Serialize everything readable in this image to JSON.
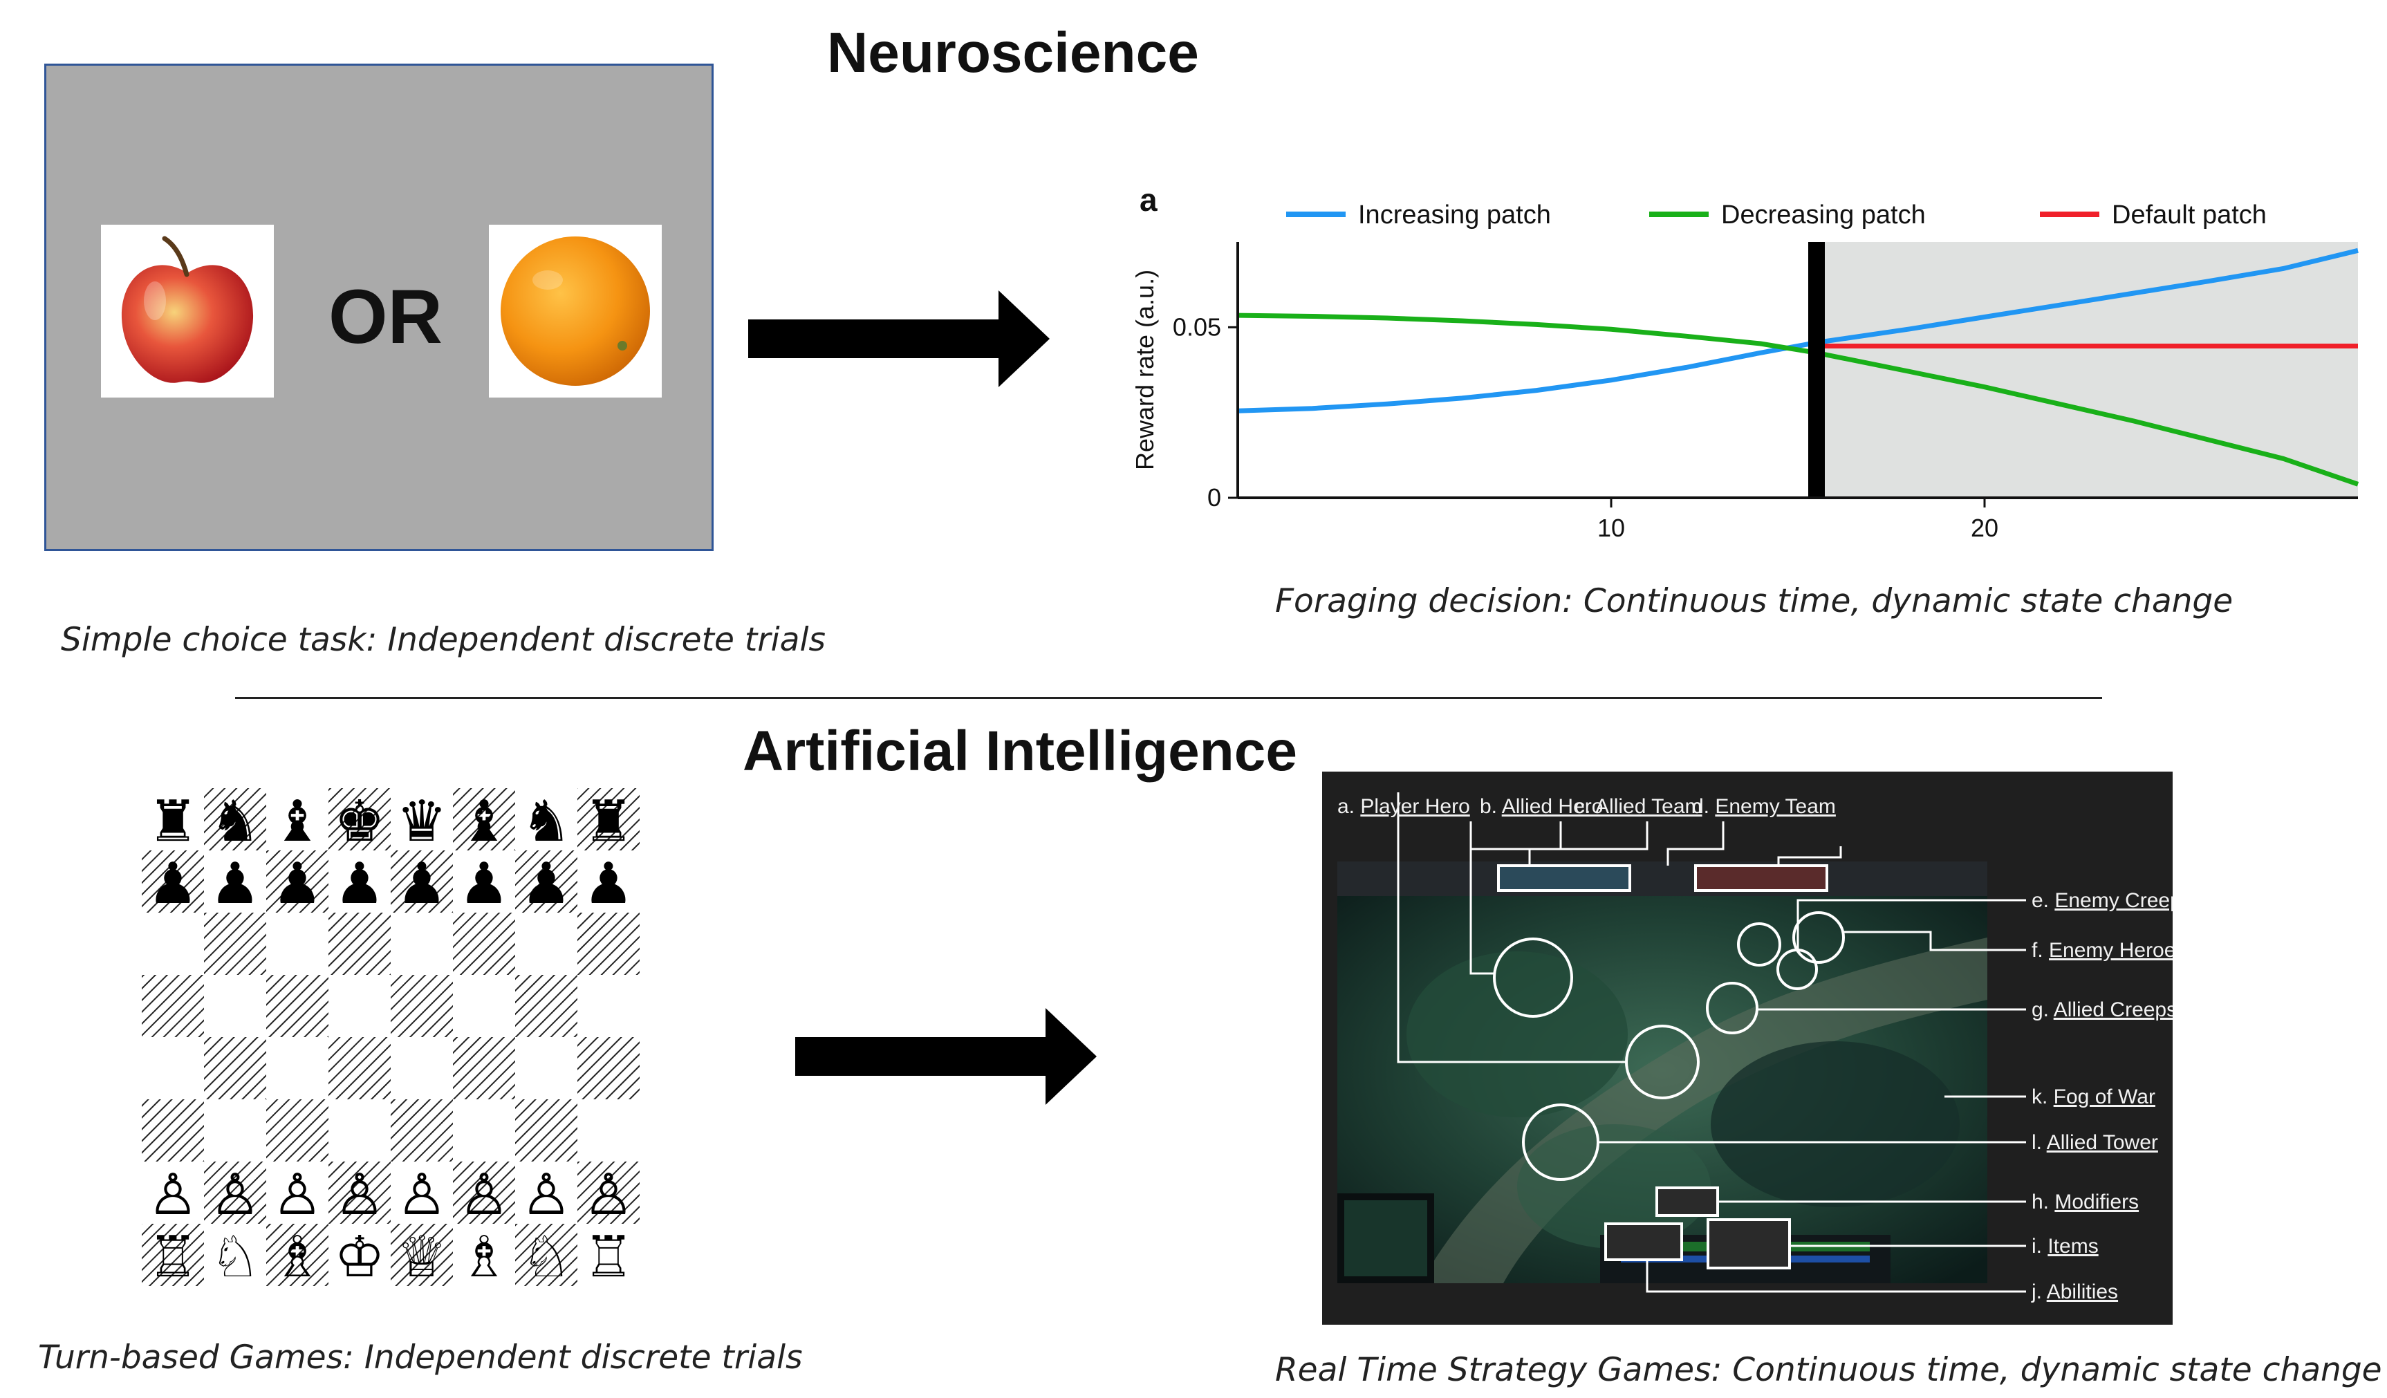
{
  "neuroscience": {
    "title": "Neuroscience",
    "choice_task": {
      "or_text": "OR",
      "caption": "Simple choice task: Independent discrete trials"
    },
    "foraging": {
      "caption": "Foraging decision: Continuous time, dynamic  state change"
    }
  },
  "ai": {
    "title": "Artificial Intelligence",
    "chess_caption": "Turn-based Games: Independent discrete trials",
    "rts_caption": "Real Time Strategy Games: Continuous time, dynamic state change",
    "top_labels": [
      {
        "letter": "a.",
        "text": "Player Hero"
      },
      {
        "letter": "b.",
        "text": "Allied Hero"
      },
      {
        "letter": "c.",
        "text": "Allied Team"
      },
      {
        "letter": "d.",
        "text": "Enemy Team"
      }
    ],
    "side_labels": [
      {
        "letter": "e.",
        "text": "Enemy Creep"
      },
      {
        "letter": "f.",
        "text": "Enemy Heroes"
      },
      {
        "letter": "g.",
        "text": "Allied Creeps"
      },
      {
        "letter": "k.",
        "text": "Fog of War"
      },
      {
        "letter": "l.",
        "text": "Allied Tower"
      },
      {
        "letter": "h.",
        "text": "Modifiers"
      },
      {
        "letter": "i.",
        "text": "Items"
      },
      {
        "letter": "j.",
        "text": "Abilities"
      }
    ]
  },
  "icons": {
    "apple": "apple-icon",
    "orange": "orange-icon",
    "arrow": "right-arrow-icon",
    "chess": [
      "rook-icon",
      "knight-icon",
      "bishop-icon",
      "king-icon",
      "queen-icon",
      "pawn-icon"
    ]
  },
  "chess": {
    "black_back": [
      "♜",
      "♞",
      "♝",
      "♚",
      "♛",
      "♝",
      "♞",
      "♜"
    ],
    "black_pawn": "♟",
    "white_pawn": "♙",
    "white_back": [
      "♖",
      "♘",
      "♗",
      "♔",
      "♕",
      "♗",
      "♘",
      "♖"
    ]
  },
  "chart_data": {
    "type": "line",
    "panel_label": "a",
    "title": "",
    "xlabel": "",
    "ylabel": "Reward rate (a.u.)",
    "xlim": [
      0,
      30
    ],
    "ylim": [
      0,
      0.075
    ],
    "xticks": [
      10,
      20
    ],
    "xtick_labels": [
      "10",
      "20"
    ],
    "yticks": [
      0,
      0.05
    ],
    "ytick_labels": [
      "0",
      "0.05"
    ],
    "legend_position": "top",
    "grid": false,
    "decision_x": 15.5,
    "shaded_region": [
      15.5,
      30
    ],
    "colors": {
      "increasing": "#2196f3",
      "decreasing": "#19b019",
      "default": "#f0202a",
      "shade": "#dfe1e0"
    },
    "series": [
      {
        "name": "Increasing patch",
        "color": "#2196f3",
        "x": [
          0,
          2,
          4,
          6,
          8,
          10,
          12,
          14,
          15.5,
          18,
          20,
          22,
          24,
          26,
          28,
          30
        ],
        "y": [
          0.0255,
          0.0262,
          0.0275,
          0.0292,
          0.0315,
          0.0345,
          0.0382,
          0.0425,
          0.0455,
          0.0495,
          0.053,
          0.0565,
          0.06,
          0.0635,
          0.0672,
          0.0725
        ]
      },
      {
        "name": "Decreasing patch",
        "color": "#19b019",
        "x": [
          0,
          2,
          4,
          6,
          8,
          10,
          12,
          14,
          15.5,
          18,
          20,
          22,
          24,
          26,
          28,
          30
        ],
        "y": [
          0.0535,
          0.0532,
          0.0527,
          0.0519,
          0.0508,
          0.0494,
          0.0474,
          0.0452,
          0.0425,
          0.037,
          0.0325,
          0.0275,
          0.0225,
          0.017,
          0.0115,
          0.004
        ]
      },
      {
        "name": "Default patch",
        "color": "#f0202a",
        "x": [
          15.5,
          30
        ],
        "y": [
          0.0445,
          0.0445
        ]
      }
    ]
  }
}
